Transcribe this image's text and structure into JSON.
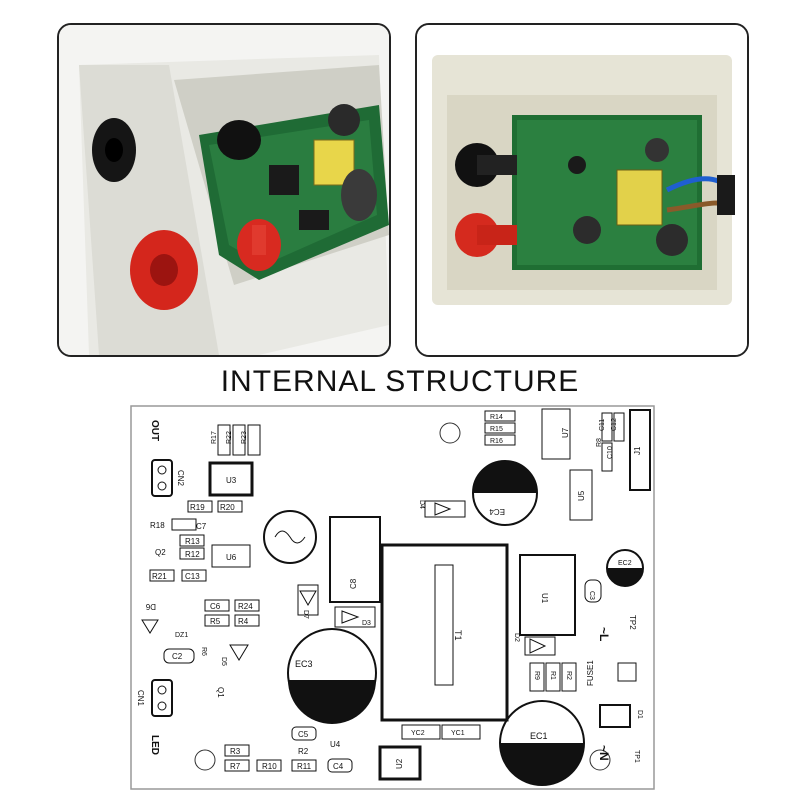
{
  "title": "INTERNAL STRUCTURE",
  "photos": [
    {
      "name": "enclosure-angled-view"
    },
    {
      "name": "enclosure-top-view"
    }
  ],
  "pcb": {
    "labels": {
      "cn2": "CN2",
      "cn1": "CN1",
      "out": "OUT",
      "led": "LED",
      "r17": "R17",
      "r22": "R22",
      "r23": "R23",
      "u3": "U3",
      "r19": "R19",
      "r20": "R20",
      "r18": "R18",
      "c7": "C7",
      "r13": "R13",
      "r12": "R12",
      "q2": "Q2",
      "u6": "U6",
      "r21": "R21",
      "c13": "C13",
      "d6": "D6",
      "d5": "D5",
      "c6": "C6",
      "r24": "R24",
      "r5": "R5",
      "r4": "R4",
      "dz1": "DZ1",
      "r6": "R6",
      "c2": "C2",
      "q1": "Q1",
      "ec3": "EC3",
      "c8": "C8",
      "d7": "D7",
      "d3": "D3",
      "t1": "T1",
      "r14": "R14",
      "r15": "R15",
      "r16": "R16",
      "u7": "U7",
      "r8": "R8",
      "c11": "C11",
      "c12": "C12",
      "c10": "C10",
      "j1": "J1",
      "ec4": "EC4",
      "d4": "D4",
      "u5": "U5",
      "u1": "U1",
      "ec2": "EC2",
      "c3": "C3",
      "tp2": "TP2",
      "d2": "D2",
      "r9": "R9",
      "r1": "R1",
      "r2": "R2",
      "fuse1": "FUSE1",
      "ec1": "EC1",
      "d1": "D1",
      "tp1": "TP1",
      "r3": "R3",
      "r7": "R7",
      "r10": "R10",
      "r11": "R11",
      "c5": "C5",
      "u4": "U4",
      "c4": "C4",
      "yc2": "YC2",
      "yc1": "YC1",
      "u2": "U2",
      "ac_l": "~L",
      "ac_n": "~N"
    }
  }
}
